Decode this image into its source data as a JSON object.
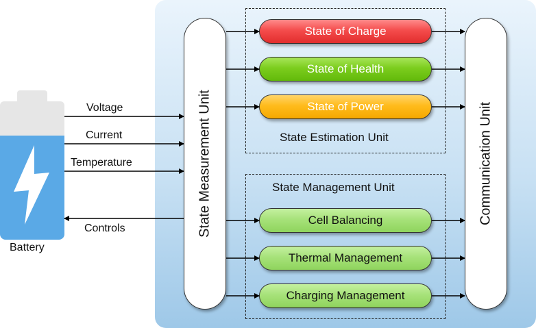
{
  "battery": {
    "label": "Battery"
  },
  "signals": {
    "voltage": "Voltage",
    "current": "Current",
    "temperature": "Temperature",
    "controls": "Controls"
  },
  "units": {
    "measurement": "State Measurement Unit",
    "communication": "Communication Unit",
    "estimation": "State Estimation Unit",
    "management": "State Management Unit"
  },
  "estimation_items": [
    {
      "label": "State of Charge",
      "color": "#f44c4c"
    },
    {
      "label": "State of Health",
      "color": "#7ccd1e"
    },
    {
      "label": "State of Power",
      "color": "#ffbb1c"
    }
  ],
  "management_items": [
    {
      "label": "Cell Balancing"
    },
    {
      "label": "Thermal Management"
    },
    {
      "label": "Charging Management"
    }
  ],
  "colors": {
    "panel": "#c7e0f3",
    "battery_body": "#5aa9e6",
    "battery_top": "#e6e6e6"
  }
}
